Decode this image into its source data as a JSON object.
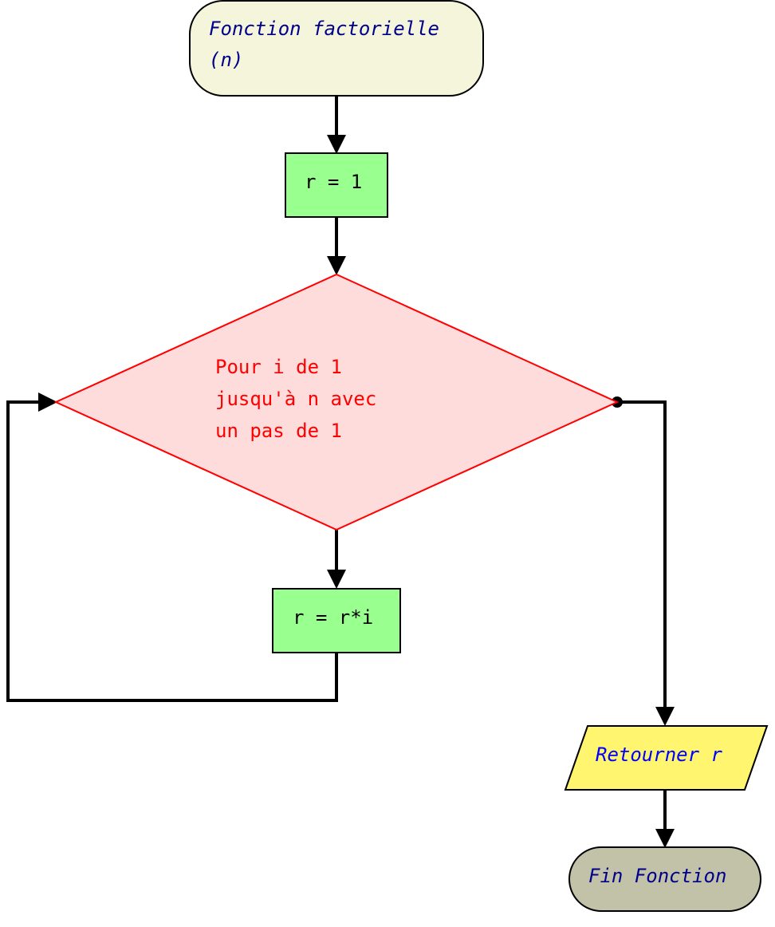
{
  "flowchart": {
    "start": {
      "line1": "Fonction factorielle",
      "line2": "(n)",
      "fill": "#f5f5dc",
      "text_color": "#00008b"
    },
    "init": {
      "label": "r = 1",
      "fill": "#99ff8f"
    },
    "loop": {
      "line1": "Pour i de 1",
      "line2": "jusqu'à n avec",
      "line3": "un pas de 1",
      "fill": "#ffdcdc",
      "stroke": "#ff0000",
      "text_color": "#ff0000"
    },
    "body": {
      "label": "r = r*i",
      "fill": "#99ff8f"
    },
    "output": {
      "label": "Retourner r",
      "fill": "#fff56e",
      "text_color": "#0000ff"
    },
    "end": {
      "label": "Fin Fonction",
      "fill": "#c2c2a9",
      "text_color": "#00008b"
    }
  }
}
